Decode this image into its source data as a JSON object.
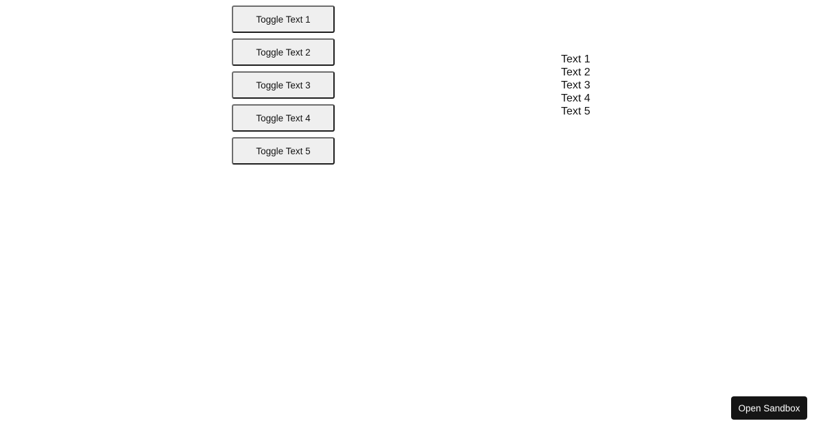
{
  "toggles": [
    {
      "label": "Toggle Text 1"
    },
    {
      "label": "Toggle Text 2"
    },
    {
      "label": "Toggle Text 3"
    },
    {
      "label": "Toggle Text 4"
    },
    {
      "label": "Toggle Text 5"
    }
  ],
  "texts": [
    {
      "label": "Text 1"
    },
    {
      "label": "Text 2"
    },
    {
      "label": "Text 3"
    },
    {
      "label": "Text 4"
    },
    {
      "label": "Text 5"
    }
  ],
  "sandbox": {
    "label": "Open Sandbox"
  },
  "colors": {
    "button_bg": "#efefef",
    "sandbox_bg": "#151515",
    "text": "#111111"
  }
}
